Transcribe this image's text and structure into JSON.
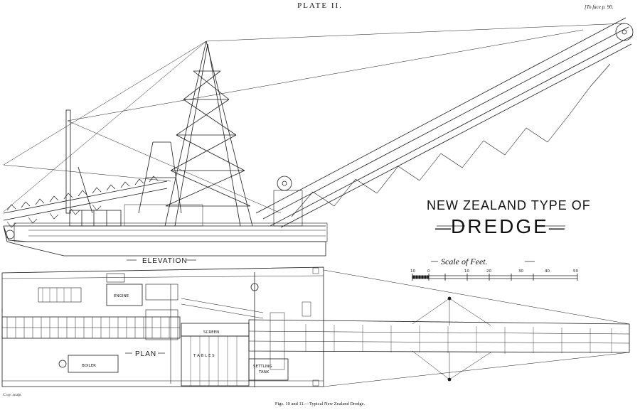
{
  "header": {
    "plate": "PLATE II.",
    "face_note": "[To face p. 90."
  },
  "title": {
    "line1": "NEW ZEALAND TYPE OF",
    "line2": "DREDGE"
  },
  "views": {
    "elevation_label": "ELEVATION",
    "plan_label": "PLAN"
  },
  "plan_labels": {
    "engine": "ENGINE",
    "boiler": "BOILER",
    "screen": "SCREEN",
    "tables": "T A B L E S",
    "settling_tank_1": "SETTLING",
    "settling_tank_2": "TANK"
  },
  "scale": {
    "title": "Scale of Feet.",
    "ticks": [
      "10",
      "0",
      "10",
      "20",
      "30",
      "40",
      "50"
    ]
  },
  "caption": "Figs. 10 and 11.—Typical New Zealand Dredge.",
  "signature": "C.wy. sculp.",
  "colors": {
    "ink": "#1a1a1a",
    "paper": "#ffffff"
  }
}
